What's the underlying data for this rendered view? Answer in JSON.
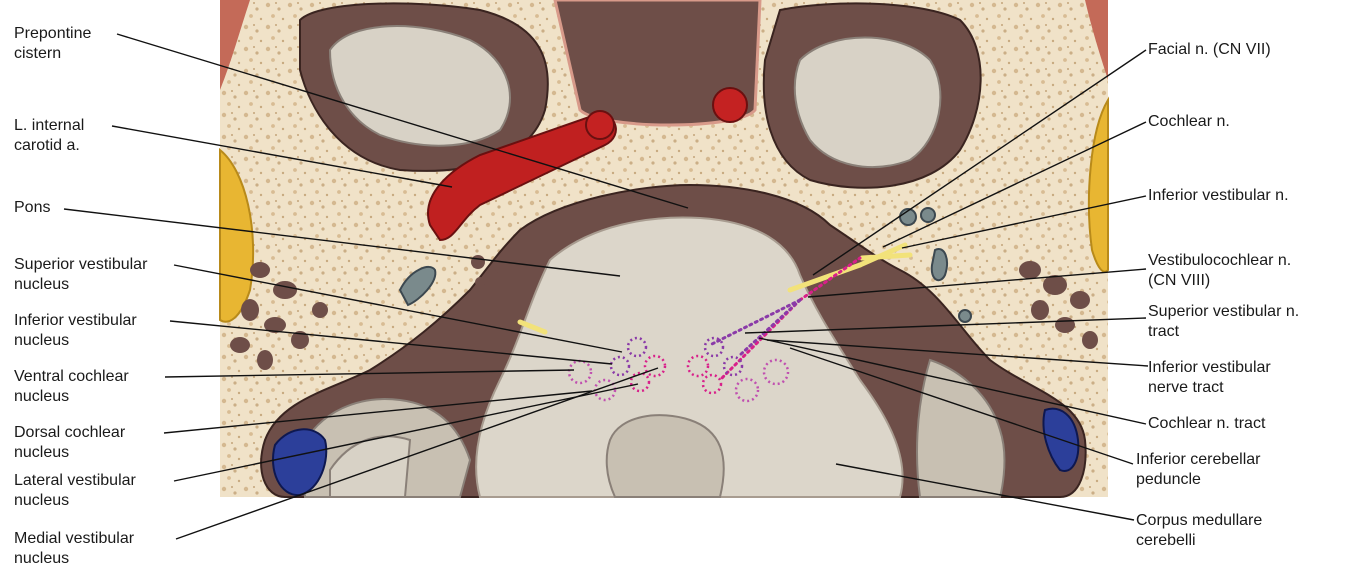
{
  "colors": {
    "background": "#f0e2c8",
    "bone_dots": "#d4b890",
    "dark_brown": "#7a5a52",
    "brain_gray": "#d8d2c6",
    "artery_red": "#c02020",
    "nerve_yellow": "#f2e27a",
    "vein_blue": "#2c3f9a",
    "tract_magenta": "#d8208a",
    "tract_purple": "#8a3aa8",
    "leader_line": "#111111"
  },
  "labels_left": [
    {
      "id": "prepontine-cistern",
      "lines": [
        "Prepontine",
        "cistern"
      ]
    },
    {
      "id": "internal-carotid",
      "lines": [
        "L. internal",
        "carotid a."
      ]
    },
    {
      "id": "pons",
      "lines": [
        "Pons"
      ]
    },
    {
      "id": "superior-vestibular-nucleus",
      "lines": [
        "Superior vestibular",
        "nucleus"
      ]
    },
    {
      "id": "inferior-vestibular-nucleus",
      "lines": [
        "Inferior vestibular",
        "nucleus"
      ]
    },
    {
      "id": "ventral-cochlear-nucleus",
      "lines": [
        "Ventral cochlear",
        "nucleus"
      ]
    },
    {
      "id": "dorsal-cochlear-nucleus",
      "lines": [
        "Dorsal cochlear",
        "nucleus"
      ]
    },
    {
      "id": "lateral-vestibular-nucleus",
      "lines": [
        "Lateral vestibular",
        "nucleus"
      ]
    },
    {
      "id": "medial-vestibular-nucleus",
      "lines": [
        "Medial vestibular",
        "nucleus"
      ]
    }
  ],
  "labels_right": [
    {
      "id": "facial-nerve",
      "lines": [
        "Facial n. (CN VII)"
      ]
    },
    {
      "id": "cochlear-nerve",
      "lines": [
        "Cochlear n."
      ]
    },
    {
      "id": "inferior-vestibular-nerve",
      "lines": [
        "Inferior vestibular n."
      ]
    },
    {
      "id": "vestibulocochlear-nerve",
      "lines": [
        "Vestibulocochlear n.",
        "(CN VIII)"
      ]
    },
    {
      "id": "superior-vestibular-tract",
      "lines": [
        "Superior vestibular n.",
        "tract"
      ]
    },
    {
      "id": "inferior-vestibular-tract",
      "lines": [
        "Inferior vestibular",
        "nerve tract"
      ]
    },
    {
      "id": "cochlear-tract",
      "lines": [
        "Cochlear n. tract"
      ]
    },
    {
      "id": "inferior-cerebellar-peduncle",
      "lines": [
        "Inferior cerebellar",
        "peduncle"
      ]
    },
    {
      "id": "corpus-medullare",
      "lines": [
        "Corpus medullare",
        "cerebelli"
      ]
    }
  ]
}
